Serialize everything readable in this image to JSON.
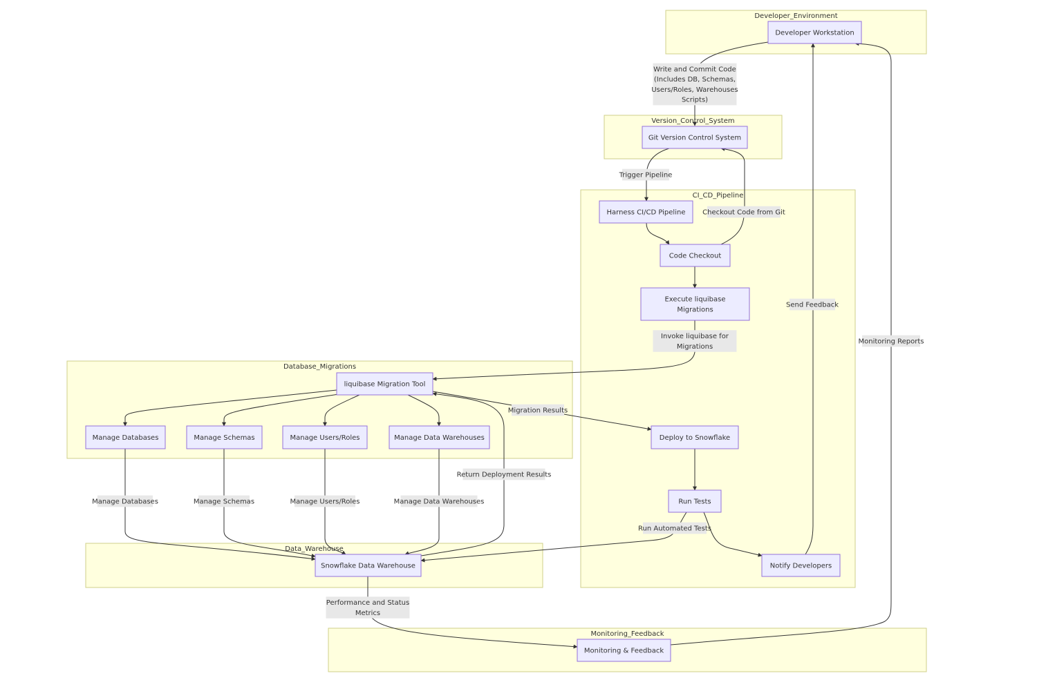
{
  "clusters": {
    "dev": "Developer_Environment",
    "vcs": "Version_Control_System",
    "cicd": "CI_CD_Pipeline",
    "dbm": "Database_Migrations",
    "dw": "Data_Warehouse",
    "mon": "Monitoring_Feedback"
  },
  "nodes": {
    "dev_ws": [
      "Developer Workstation"
    ],
    "git": [
      "Git Version Control System"
    ],
    "harness": [
      "Harness CI/CD Pipeline"
    ],
    "checkout": [
      "Code Checkout"
    ],
    "exec": [
      "Execute liquibase",
      "Migrations"
    ],
    "deploy": [
      "Deploy to Snowflake"
    ],
    "tests": [
      "Run Tests"
    ],
    "notify": [
      "Notify Developers"
    ],
    "liquibase": [
      "liquibase Migration Tool"
    ],
    "mdb": [
      "Manage Databases"
    ],
    "msch": [
      "Manage Schemas"
    ],
    "mur": [
      "Manage Users/Roles"
    ],
    "mdw": [
      "Manage Data Warehouses"
    ],
    "snow": [
      "Snowflake Data Warehouse"
    ],
    "monitor": [
      "Monitoring & Feedback"
    ]
  },
  "edge_labels": {
    "write": [
      "Write and Commit Code",
      "(Includes DB, Schemas,",
      "Users/Roles, Warehouses",
      "Scripts)"
    ],
    "trigger": [
      "Trigger Pipeline"
    ],
    "checkout_git": [
      "Checkout Code from Git"
    ],
    "invoke": [
      "Invoke liquibase for",
      "Migrations"
    ],
    "migration_results": [
      "Migration Results"
    ],
    "return_deploy": [
      "Return Deployment Results"
    ],
    "send_feedback": [
      "Send Feedback"
    ],
    "monitoring_reports": [
      "Monitoring Reports"
    ],
    "e_mdb": [
      "Manage Databases"
    ],
    "e_msch": [
      "Manage Schemas"
    ],
    "e_mur": [
      "Manage Users/Roles"
    ],
    "e_mdw": [
      "Manage Data Warehouses"
    ],
    "run_auto": [
      "Run Automated Tests"
    ],
    "perf": [
      "Performance and Status",
      "Metrics"
    ]
  }
}
